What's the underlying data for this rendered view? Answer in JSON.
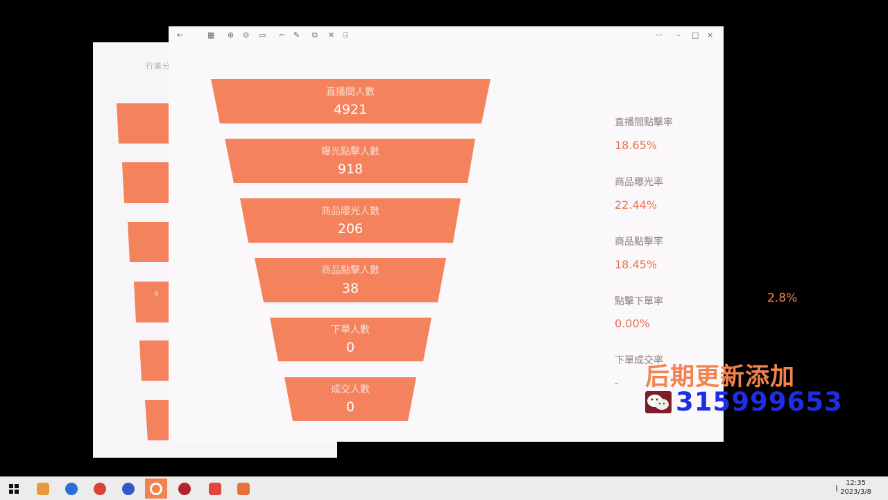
{
  "back_window": {
    "title": "行業分",
    "partial_number": "4"
  },
  "toolbar": {
    "icons": [
      "back-arrow-icon",
      "grid-icon",
      "zoom-in-icon",
      "zoom-out-icon",
      "fit-icon",
      "crop-icon",
      "edit-icon",
      "share-icon",
      "delete-icon",
      "exit-icon"
    ],
    "window_controls": {
      "more": "···",
      "minimize": "–",
      "maximize": "□",
      "close": "×"
    }
  },
  "funnel": {
    "color": "#f4825c",
    "stages": [
      {
        "label": "直播間人數",
        "value": "4921"
      },
      {
        "label": "曝光點擊人數",
        "value": "918"
      },
      {
        "label": "商品曝光人數",
        "value": "206"
      },
      {
        "label": "商品點擊人數",
        "value": "38"
      },
      {
        "label": "下單人數",
        "value": "0"
      },
      {
        "label": "成交人數",
        "value": "0"
      }
    ]
  },
  "rates": [
    {
      "label": "直播間點擊率",
      "value": "18.65%"
    },
    {
      "label": "商品曝光率",
      "value": "22.44%"
    },
    {
      "label": "商品點擊率",
      "value": "18.45%"
    },
    {
      "label": "點擊下單率",
      "value": "0.00%"
    },
    {
      "label": "下單成交率",
      "value": "-"
    }
  ],
  "floating_rate": "2.8%",
  "overlay": {
    "title": "后期更新添加",
    "contact": "315999653",
    "title_color": "#f2824f",
    "contact_color": "#1e2ee6"
  },
  "taskbar": {
    "apps": [
      "start-icon",
      "file-explorer-icon",
      "browser-icon",
      "chrome-icon",
      "firefox-icon",
      "refresh-app-icon",
      "chat-app-icon",
      "wps-icon",
      "media-player-icon"
    ],
    "time": "12:35",
    "date": "2023/3/8"
  }
}
